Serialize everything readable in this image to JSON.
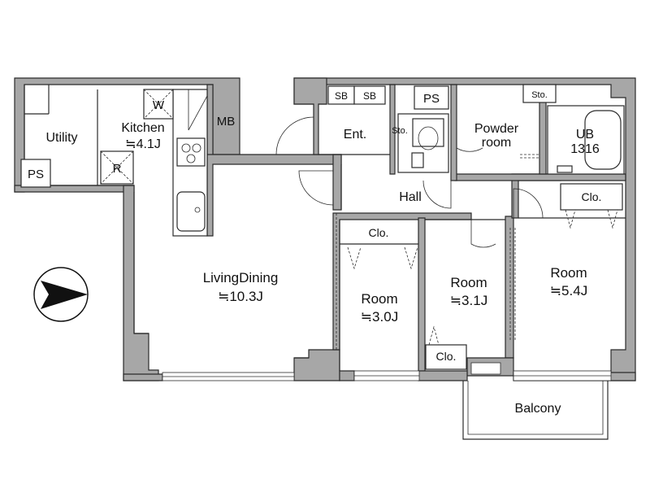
{
  "rooms": {
    "utility": "Utility",
    "ps_left": "PS",
    "kitchen": "Kitchen",
    "kitchen_area": "≒4.1J",
    "washer": "W",
    "fridge": "R",
    "mb": "MB",
    "sb1": "SB",
    "sb2": "SB",
    "ps_center": "PS",
    "sto_top": "Sto.",
    "ent": "Ent.",
    "sto_mid": "Sto.",
    "powder_line1": "Powder",
    "powder_line2": "room",
    "ub_line1": "UB",
    "ub_line2": "1316",
    "hall": "Hall",
    "living": "LivingDining",
    "living_area": "≒10.3J",
    "clo_1": "Clo.",
    "room1": "Room",
    "room1_area": "≒3.0J",
    "room2": "Room",
    "room2_area": "≒3.1J",
    "clo_2": "Clo.",
    "clo_3": "Clo.",
    "room3": "Room",
    "room3_area": "≒5.4J",
    "balcony": "Balcony"
  },
  "compass": {
    "icon": "north-arrow-icon",
    "color": "#111111"
  },
  "colors": {
    "wall": "#a7a7a7",
    "line": "#2b2b2b"
  }
}
